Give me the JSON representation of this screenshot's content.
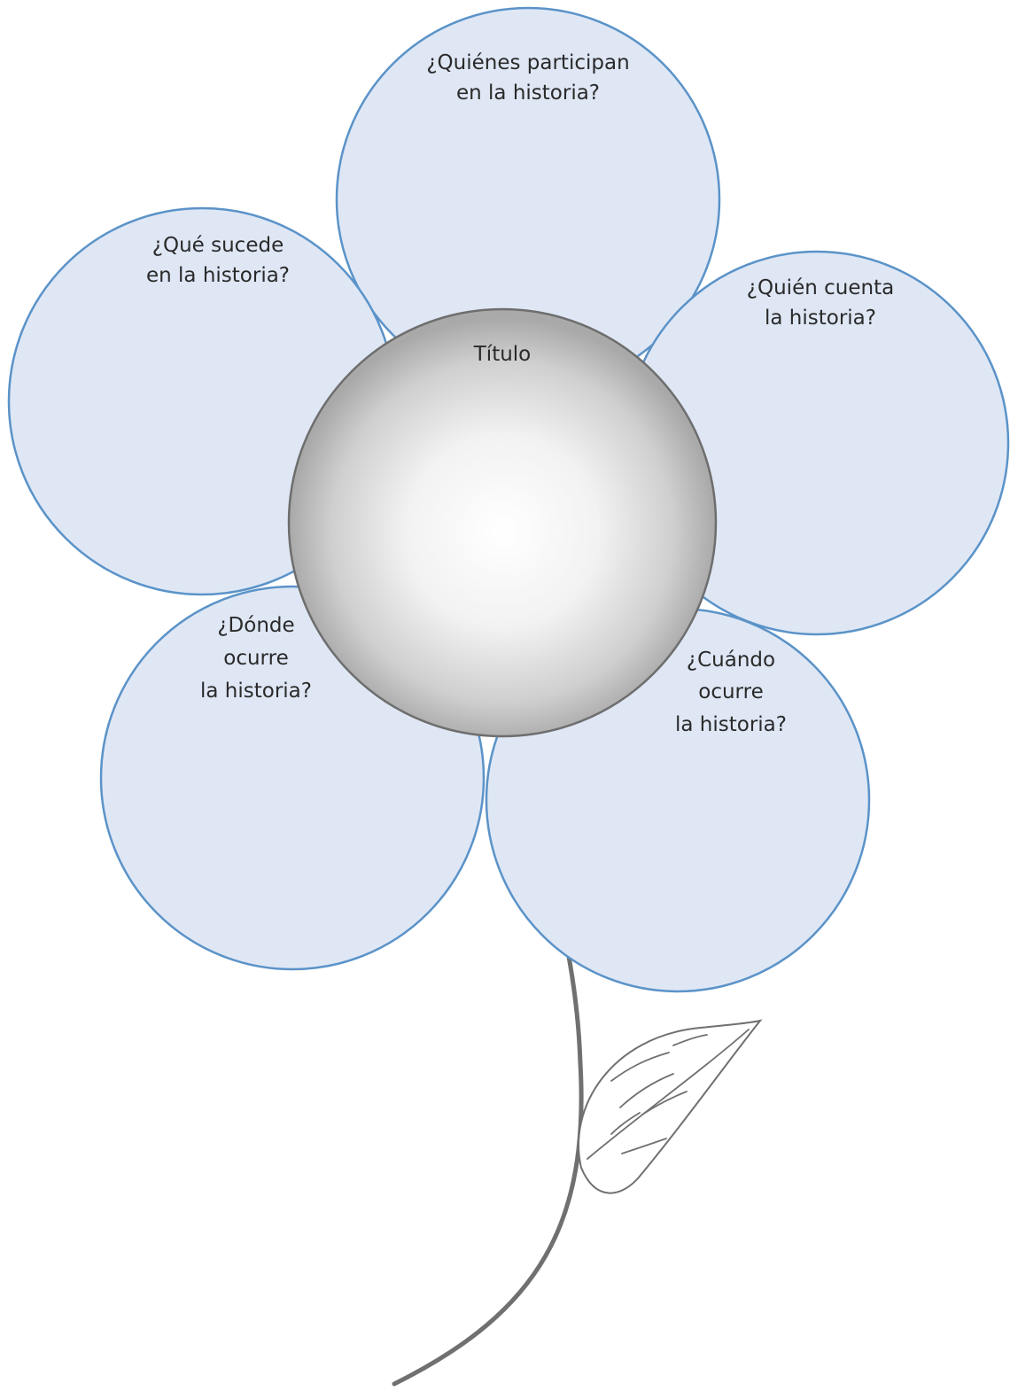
{
  "diagram": {
    "center_label": "Título",
    "petals": {
      "top": [
        "¿Quiénes participan",
        "en la historia?"
      ],
      "upper_left": [
        "¿Qué sucede",
        "en la historia?"
      ],
      "upper_right": [
        "¿Quién cuenta",
        "la historia?"
      ],
      "lower_left": [
        "¿Dónde",
        "ocurre",
        "la historia?"
      ],
      "lower_right": [
        "¿Cuándo",
        "ocurre",
        "la historia?"
      ]
    }
  },
  "colors": {
    "petal_fill": "#dfe7f5",
    "petal_stroke": "#5b93c8",
    "center_stroke": "#6e6e6e",
    "stem": "#707070"
  }
}
